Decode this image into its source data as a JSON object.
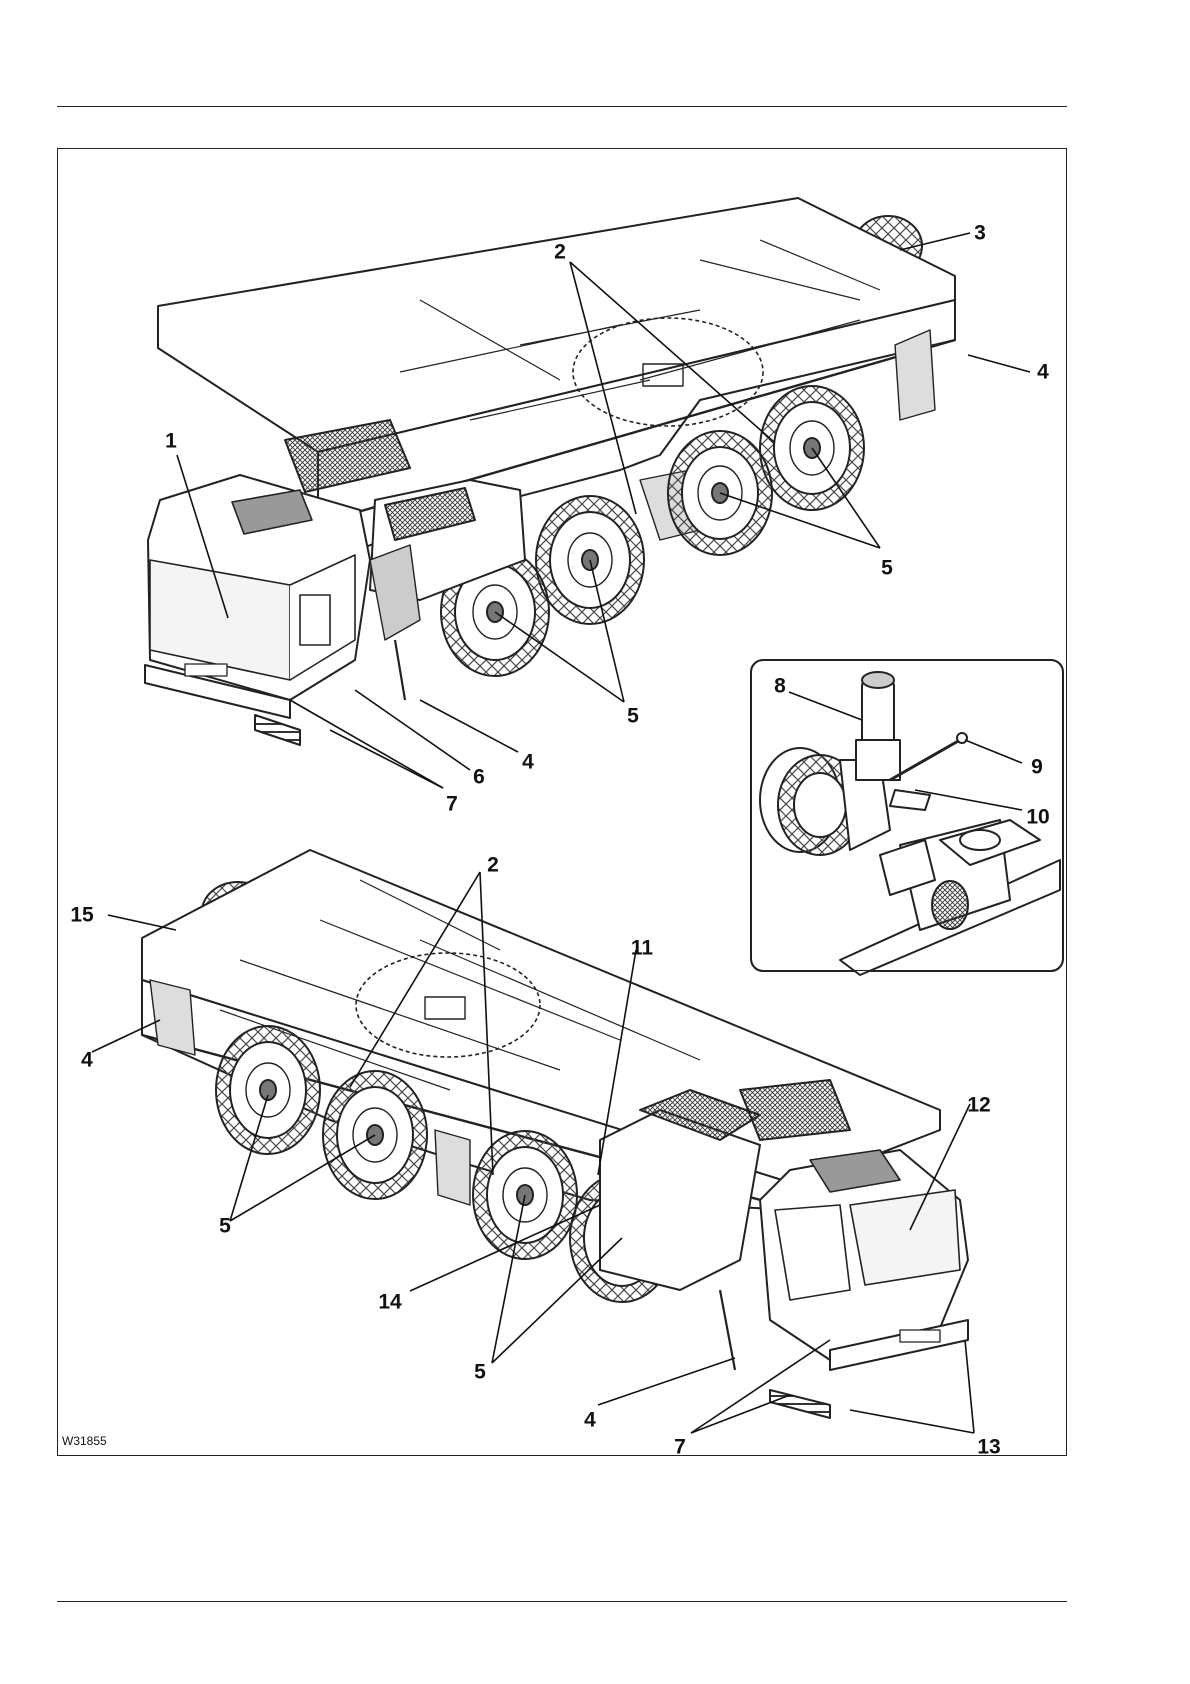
{
  "figure": {
    "id": "W31855",
    "callouts": [
      {
        "key": "c1",
        "label": "1"
      },
      {
        "key": "c2a",
        "label": "2"
      },
      {
        "key": "c3",
        "label": "3"
      },
      {
        "key": "c4a",
        "label": "4"
      },
      {
        "key": "c5a",
        "label": "5"
      },
      {
        "key": "c5b",
        "label": "5"
      },
      {
        "key": "c6",
        "label": "6"
      },
      {
        "key": "c4b",
        "label": "4"
      },
      {
        "key": "c7a",
        "label": "7"
      },
      {
        "key": "c8",
        "label": "8"
      },
      {
        "key": "c9",
        "label": "9"
      },
      {
        "key": "c10",
        "label": "10"
      },
      {
        "key": "c2b",
        "label": "2"
      },
      {
        "key": "c15",
        "label": "15"
      },
      {
        "key": "c11",
        "label": "11"
      },
      {
        "key": "c4c",
        "label": "4"
      },
      {
        "key": "c12",
        "label": "12"
      },
      {
        "key": "c5c",
        "label": "5"
      },
      {
        "key": "c14",
        "label": "14"
      },
      {
        "key": "c5d",
        "label": "5"
      },
      {
        "key": "c4d",
        "label": "4"
      },
      {
        "key": "c7b",
        "label": "7"
      },
      {
        "key": "c13",
        "label": "13"
      }
    ]
  },
  "colors": {
    "ink": "#222222",
    "shade": "#bdbdbd",
    "hatch": "#6f6f6f"
  },
  "icons": [
    "crane-carrier-front-view-drawing",
    "crane-carrier-rear-view-drawing",
    "drive-shaft-detail-inset-drawing"
  ]
}
